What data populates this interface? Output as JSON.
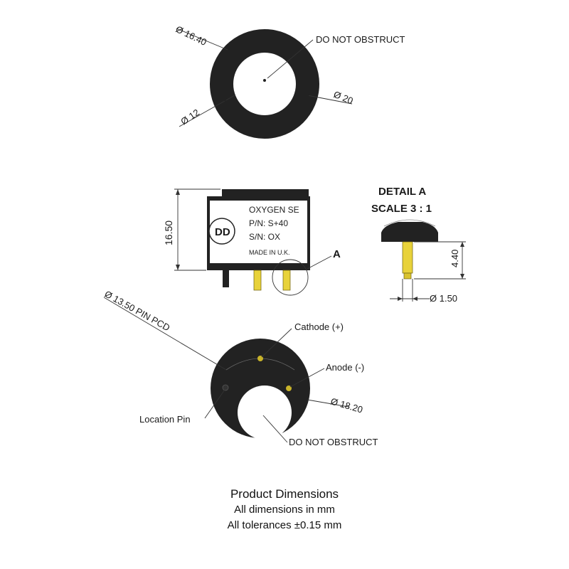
{
  "top_view": {
    "dim_outer_top": "Ø 16.40",
    "dim_inner": "Ø 12",
    "dim_outer": "Ø 20",
    "note": "DO NOT OBSTRUCT"
  },
  "side_view": {
    "height_dim": "16.50",
    "text_line1": "OXYGEN SE",
    "text_line2": "P/N: S+40",
    "text_line3": "S/N: OX",
    "text_line4": "MADE IN U.K.",
    "logo": "DD",
    "detail_marker": "A"
  },
  "detail_view": {
    "title": "DETAIL A",
    "scale": "SCALE 3 : 1",
    "pin_length": "4.40",
    "pin_diameter": "Ø 1.50"
  },
  "bottom_view": {
    "pcd": "Ø 13.50 PIN PCD",
    "cathode": "Cathode (+)",
    "anode": "Anode (-)",
    "outer_dim": "Ø 18.20",
    "location_pin": "Location Pin",
    "note": "DO NOT OBSTRUCT"
  },
  "footer": {
    "title": "Product Dimensions",
    "line1": "All dimensions in mm",
    "line2": "All tolerances ±0.15 mm"
  },
  "colors": {
    "body": "#222222",
    "pin": "#e8d23a",
    "line": "#333333"
  }
}
